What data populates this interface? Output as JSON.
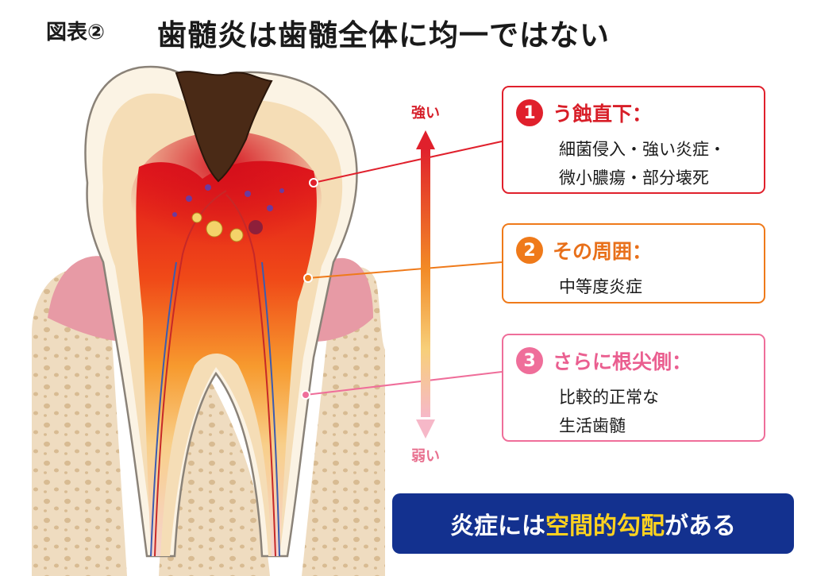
{
  "figure": {
    "label": "図表②",
    "title": "歯髄炎は歯髄全体に均一ではない"
  },
  "scale": {
    "strong_label": "強い",
    "weak_label": "弱い"
  },
  "zones": [
    {
      "number": "1",
      "heading": "う蝕直下：",
      "lines": [
        "細菌侵入・強い炎症・",
        "微小膿瘍・部分壊死"
      ],
      "color": "#e0202c"
    },
    {
      "number": "2",
      "heading": "その周囲：",
      "lines": [
        "中等度炎症"
      ],
      "color": "#ef7a1a"
    },
    {
      "number": "3",
      "heading": "さらに根尖側：",
      "lines": [
        "比較的正常な",
        "生活歯髄"
      ],
      "color": "#ef6e9a"
    }
  ],
  "summary": {
    "before": "炎症には",
    "highlight": "空間的勾配",
    "after": "がある",
    "background": "#13318f",
    "highlight_color": "#ffd21f"
  }
}
